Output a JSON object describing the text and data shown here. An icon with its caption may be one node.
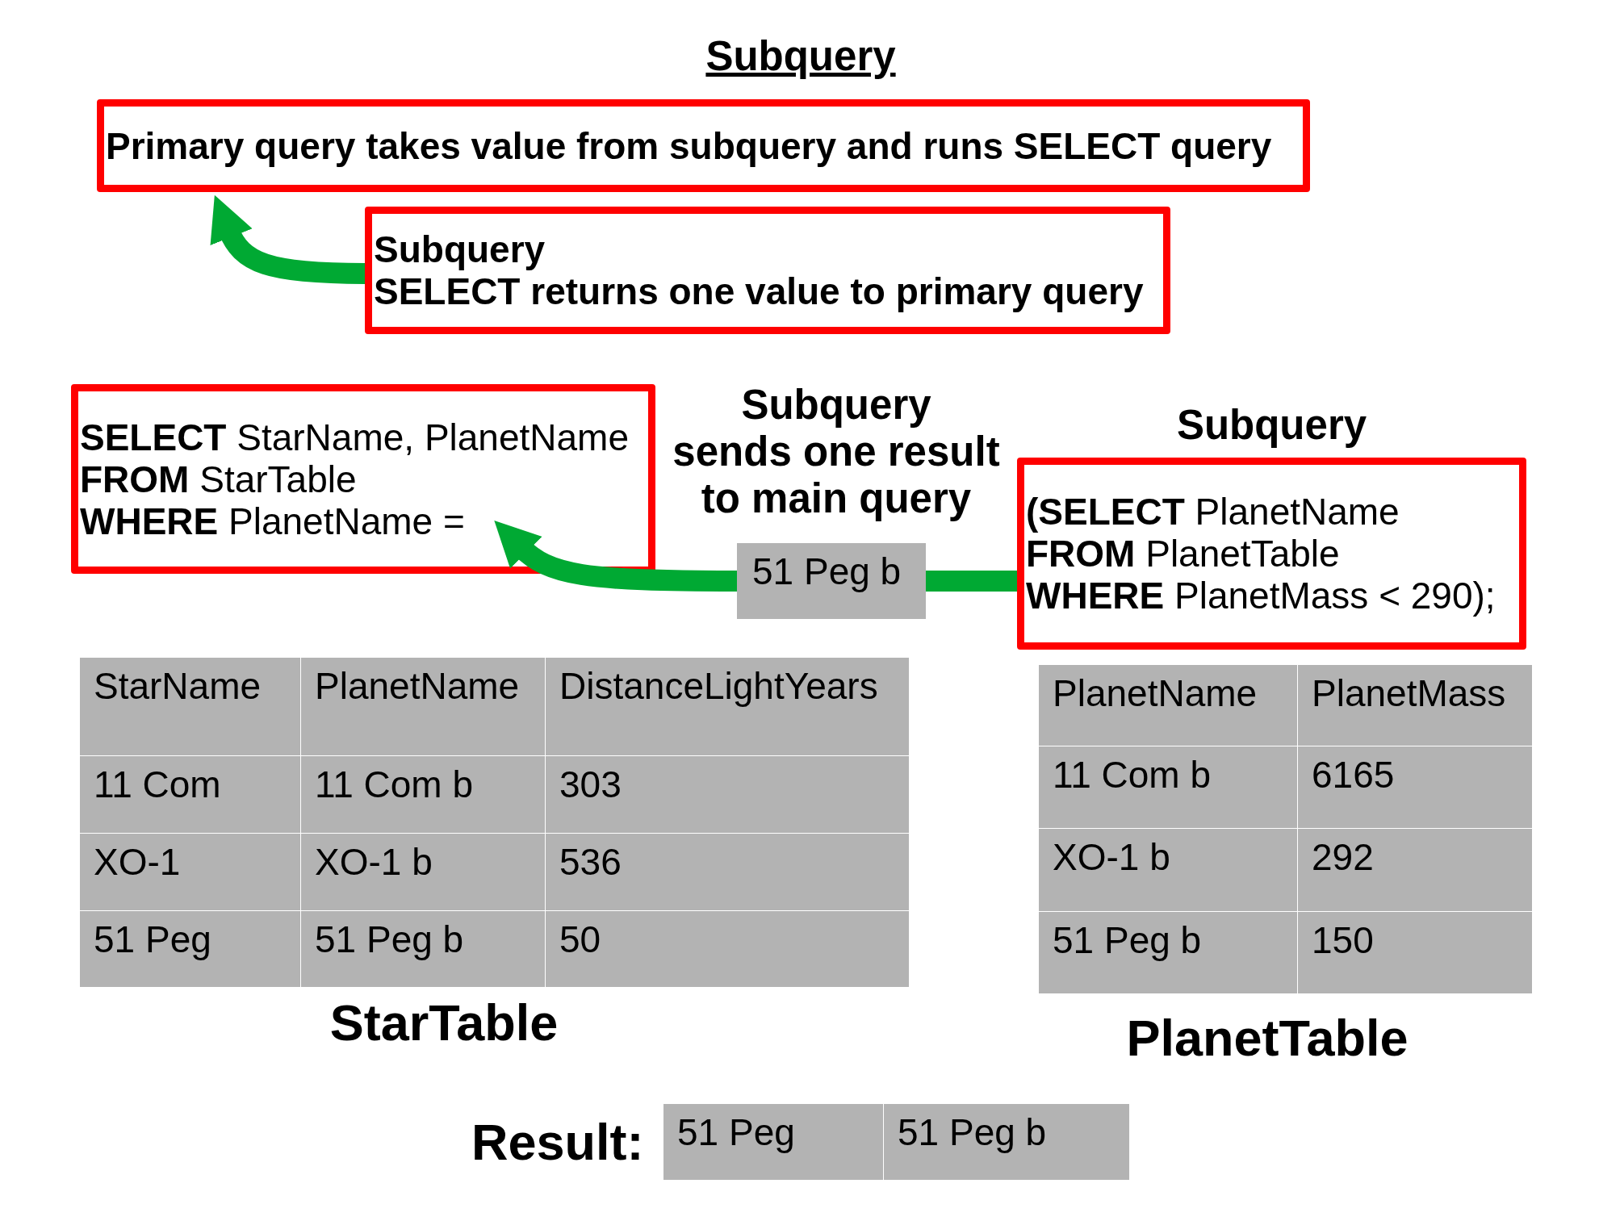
{
  "diagram": {
    "title": "Subquery",
    "nodes": [
      {
        "text": [
          "Primary query takes value from subquery and runs SELECT query"
        ]
      },
      {
        "text": [
          "Subquery",
          "SELECT returns one value to primary query"
        ]
      },
      {
        "text": [
          "**SELECT** StarName, PlanetName",
          "**FROM** StarTable",
          "**WHERE** PlanetName ="
        ]
      },
      {
        "text": [
          "51 Peg b"
        ]
      },
      {
        "text": [
          "Subquery",
          "**(SELECT** PlanetName",
          "**FROM** PlanetTable",
          "**WHERE** PlanetMass < 290);"
        ]
      }
    ],
    "edges": [
      {
        "from": 1,
        "to": 0,
        "arrow": "to"
      },
      {
        "from": 3,
        "to": 2,
        "arrow": "to"
      },
      {
        "from": 4,
        "to": 3,
        "arrow": "none"
      }
    ],
    "labels": [
      "Subquery sends one result to main query",
      "StarName",
      "PlanetName",
      "DistanceLightYears",
      "11 Com",
      "11 Com b",
      "303",
      "XO-1",
      "XO-1 b",
      "536",
      "51 Peg",
      "51 Peg b",
      "50",
      "StarTable",
      "PlanetName",
      "PlanetMass",
      "11 Com b",
      "6165",
      "XO-1 b",
      "292",
      "51 Peg b",
      "150",
      "PlanetTable",
      "Result:",
      "51 Peg",
      "51 Peg b"
    ]
  }
}
